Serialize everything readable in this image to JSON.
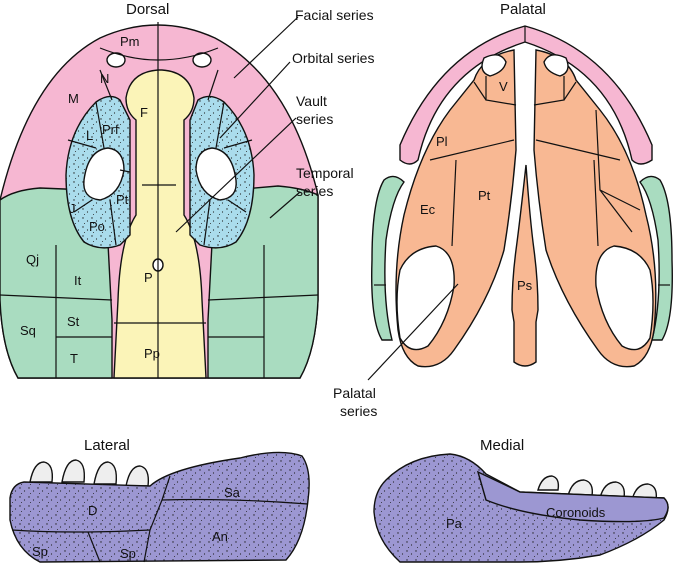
{
  "colors": {
    "facial": "#f6b7d2",
    "orbital": "#aadcec",
    "vault": "#fbf4b8",
    "temporal": "#a9dcc0",
    "palatal": "#f8b893",
    "jaw": "#9c97d2",
    "tooth": "#eeeeee"
  },
  "titles": {
    "dorsal": "Dorsal",
    "palatal": "Palatal",
    "lateral": "Lateral",
    "medial": "Medial"
  },
  "series_labels": {
    "facial": "Facial series",
    "orbital": "Orbital series",
    "vault_1": "Vault",
    "vault_2": "series",
    "temporal_1": "Temporal",
    "temporal_2": "series",
    "palatal_1": "Palatal",
    "palatal_2": "series"
  },
  "bones": {
    "pm": "Pm",
    "n": "N",
    "m": "M",
    "f": "F",
    "l": "L",
    "prf": "Prf",
    "pt_orbit": "Pt",
    "j": "J",
    "po": "Po",
    "qj": "Qj",
    "it": "It",
    "sq": "Sq",
    "st": "St",
    "t": "T",
    "p": "P",
    "pp": "Pp",
    "v": "V",
    "pl": "Pl",
    "ec": "Ec",
    "pt_palate": "Pt",
    "ps": "Ps",
    "d": "D",
    "sa": "Sa",
    "an": "An",
    "sp_1": "Sp",
    "sp_2": "Sp",
    "pa": "Pa",
    "coronoids": "Coronoids"
  }
}
